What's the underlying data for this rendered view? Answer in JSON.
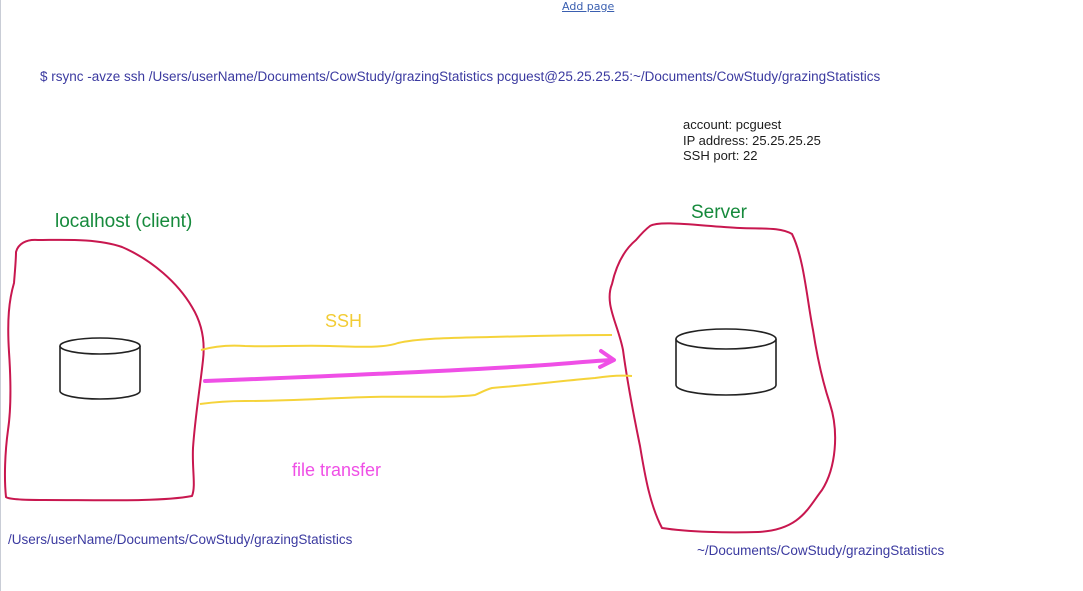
{
  "toolbar": {
    "add_page_label": "Add page"
  },
  "command_line": "$ rsync -avze ssh /Users/userName/Documents/CowStudy/grazingStatistics pcguest@25.25.25.25:~/Documents/CowStudy/grazingStatistics",
  "server_info": {
    "account": "account: pcguest",
    "ip": "IP address: 25.25.25.25",
    "port": "SSH port: 22"
  },
  "client": {
    "label": "localhost (client)",
    "path": "/Users/userName/Documents/CowStudy/grazingStatistics"
  },
  "server": {
    "label": "Server",
    "path": "~/Documents/CowStudy/grazingStatistics"
  },
  "connection": {
    "ssh_label": "SSH",
    "transfer_label": "file transfer"
  },
  "colors": {
    "outline": "#c8174f",
    "ssh_tunnel": "#f5d33a",
    "transfer_arrow": "#ef4fe6",
    "label_green": "#168a3c",
    "path_text": "#3b3aa0"
  },
  "icons": {
    "client_storage": "database-icon",
    "server_storage": "database-icon"
  }
}
